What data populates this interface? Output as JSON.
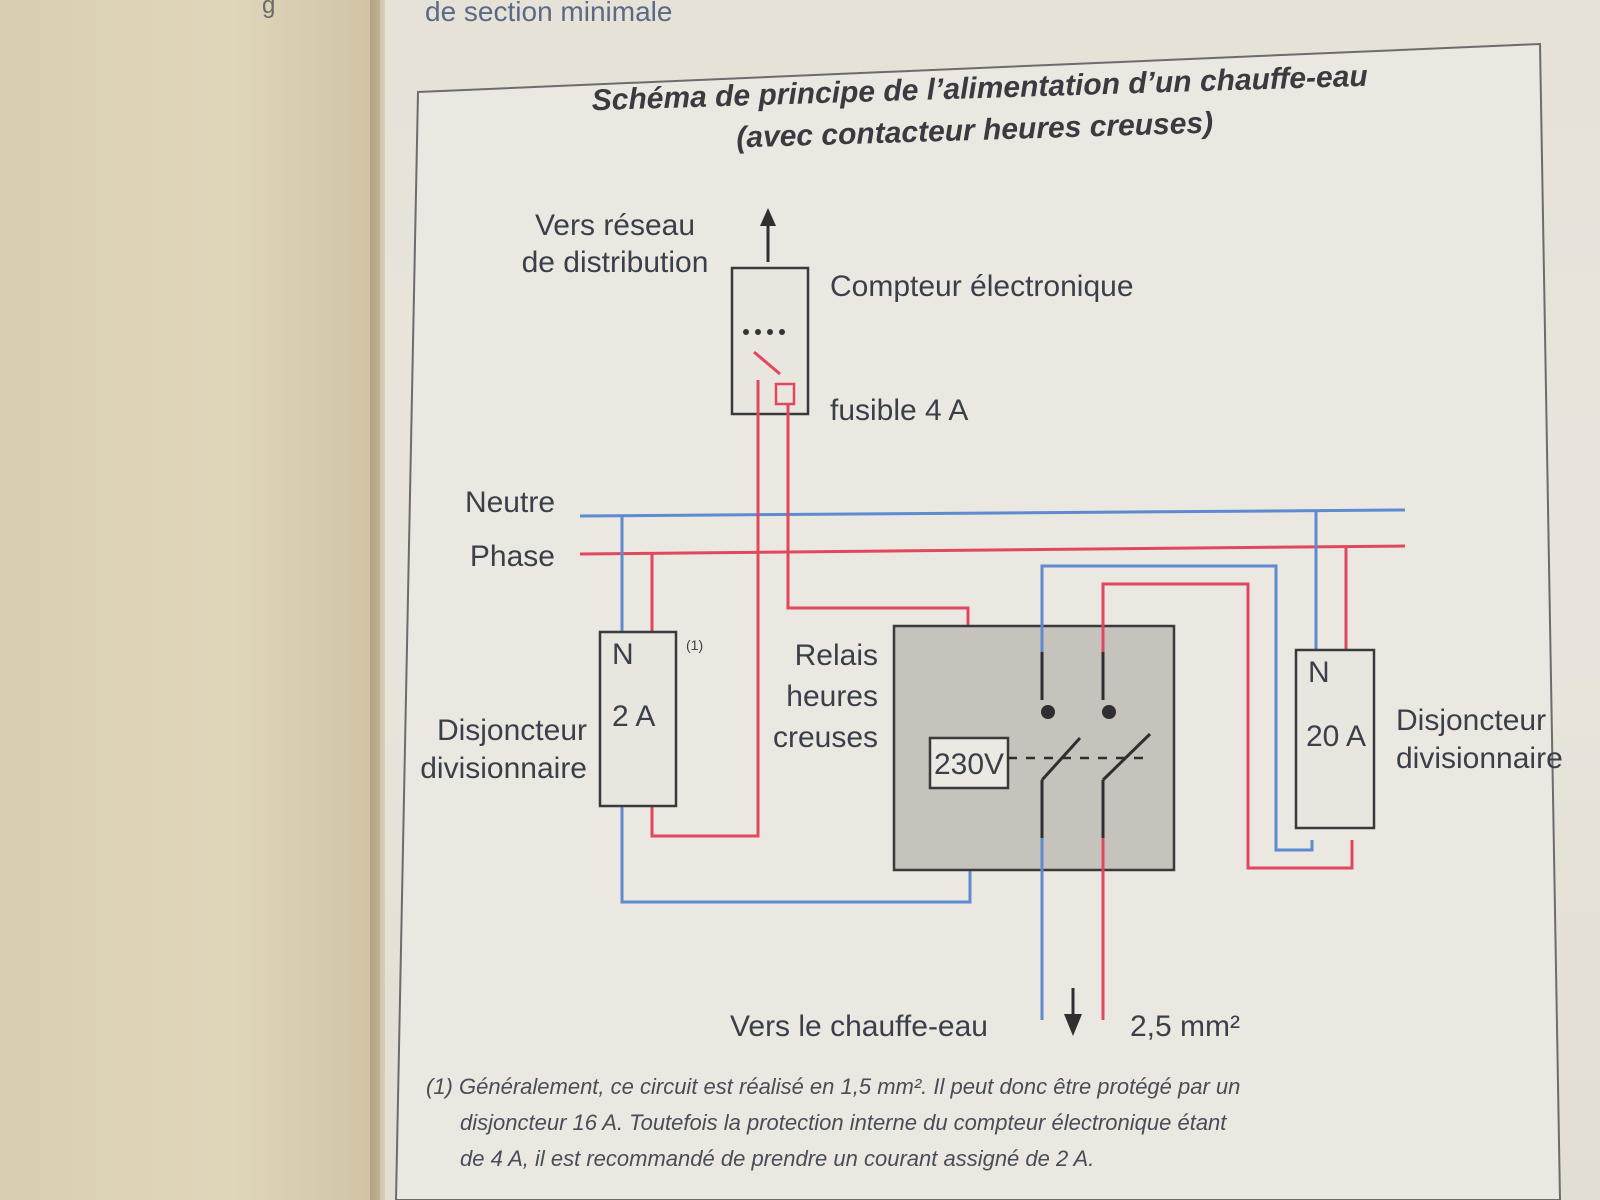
{
  "page": {
    "top_text": "de section minimale",
    "left_text": "g"
  },
  "diagram": {
    "title_line1": "Schéma de principe de l’alimentation d’un chauffe-eau",
    "title_line2": "(avec contacteur heures creuses)",
    "network_label_line1": "Vers réseau",
    "network_label_line2": "de distribution",
    "meter_label": "Compteur électronique",
    "fuse_label": "fusible 4 A",
    "neutral_label": "Neutre",
    "phase_label": "Phase",
    "breaker_left": {
      "n": "N",
      "rating": "2 A",
      "note": "(1)",
      "label_line1": "Disjoncteur",
      "label_line2": "divisionnaire"
    },
    "relay_label_line1": "Relais",
    "relay_label_line2": "heures",
    "relay_label_line3": "creuses",
    "relay_coil": "230V",
    "breaker_right": {
      "n": "N",
      "rating": "20 A",
      "label_line1": "Disjoncteur",
      "label_line2": "divisionnaire"
    },
    "heater_label": "Vers le chauffe-eau",
    "cable_section": "2,5 mm²",
    "colors": {
      "neutral": "#5e8ad0",
      "phase": "#e0485e",
      "relay_fill": "#c6c2bc"
    }
  },
  "footnote": {
    "line1": "(1) Généralement, ce circuit est réalisé en 1,5 mm². Il peut donc être protégé par un",
    "line2": "disjoncteur 16 A. Toutefois la protection interne du compteur électronique étant",
    "line3": "de 4 A, il est recommandé de prendre un courant assigné de 2 A."
  }
}
